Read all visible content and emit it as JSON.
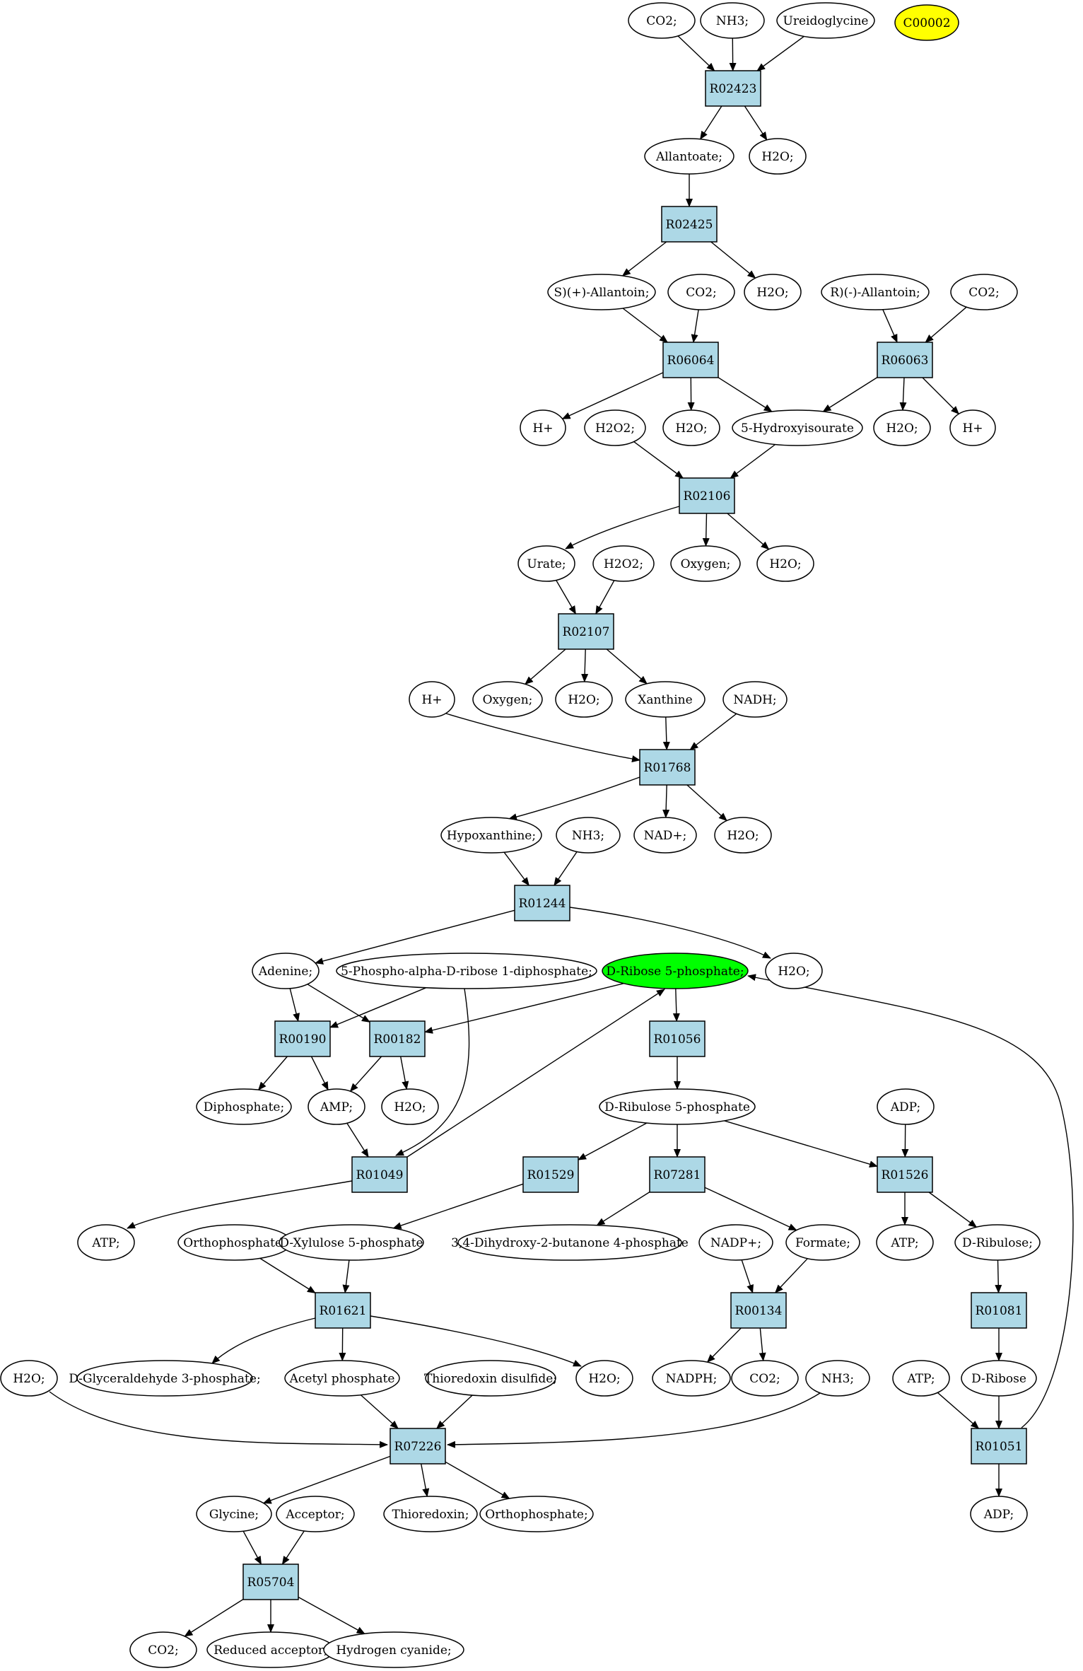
{
  "colors": {
    "reaction_fill": "#add8e6",
    "compound_fill": "#ffffff",
    "highlight_yellow": "#ffff00",
    "highlight_green": "#00ff00",
    "stroke": "#000000"
  },
  "nodes": {
    "co2_a": {
      "label": "CO2;",
      "shape": "ellipse"
    },
    "nh3_a": {
      "label": "NH3;",
      "shape": "ellipse"
    },
    "ureidoglycine": {
      "label": "Ureidoglycine",
      "shape": "ellipse"
    },
    "c00002": {
      "label": "C00002",
      "shape": "ellipse",
      "highlight": "yellow"
    },
    "r02423": {
      "label": "R02423",
      "shape": "box"
    },
    "allantoate": {
      "label": "Allantoate;",
      "shape": "ellipse"
    },
    "h2o_a": {
      "label": "H2O;",
      "shape": "ellipse"
    },
    "r02425": {
      "label": "R02425",
      "shape": "box"
    },
    "s_allantoin": {
      "label": "S)(+)-Allantoin;",
      "shape": "ellipse"
    },
    "co2_b": {
      "label": "CO2;",
      "shape": "ellipse"
    },
    "h2o_b": {
      "label": "H2O;",
      "shape": "ellipse"
    },
    "r_allantoin": {
      "label": "R)(-)-Allantoin;",
      "shape": "ellipse"
    },
    "co2_c": {
      "label": "CO2;",
      "shape": "ellipse"
    },
    "r06064": {
      "label": "R06064",
      "shape": "box"
    },
    "r06063": {
      "label": "R06063",
      "shape": "box"
    },
    "hplus_a": {
      "label": "H+",
      "shape": "ellipse"
    },
    "h2o2_a": {
      "label": "H2O2;",
      "shape": "ellipse"
    },
    "h2o_c": {
      "label": "H2O;",
      "shape": "ellipse"
    },
    "hydroxyisourate": {
      "label": "5-Hydroxyisourate",
      "shape": "ellipse"
    },
    "h2o_d": {
      "label": "H2O;",
      "shape": "ellipse"
    },
    "hplus_b": {
      "label": "H+",
      "shape": "ellipse"
    },
    "r02106": {
      "label": "R02106",
      "shape": "box"
    },
    "urate": {
      "label": "Urate;",
      "shape": "ellipse"
    },
    "h2o2_b": {
      "label": "H2O2;",
      "shape": "ellipse"
    },
    "oxygen_a": {
      "label": "Oxygen;",
      "shape": "ellipse"
    },
    "h2o_e": {
      "label": "H2O;",
      "shape": "ellipse"
    },
    "r02107": {
      "label": "R02107",
      "shape": "box"
    },
    "hplus_c": {
      "label": "H+",
      "shape": "ellipse"
    },
    "oxygen_b": {
      "label": "Oxygen;",
      "shape": "ellipse"
    },
    "h2o_f": {
      "label": "H2O;",
      "shape": "ellipse"
    },
    "xanthine": {
      "label": "Xanthine",
      "shape": "ellipse"
    },
    "nadh": {
      "label": "NADH;",
      "shape": "ellipse"
    },
    "r01768": {
      "label": "R01768",
      "shape": "box"
    },
    "hypoxanthine": {
      "label": "Hypoxanthine;",
      "shape": "ellipse"
    },
    "nh3_b": {
      "label": "NH3;",
      "shape": "ellipse"
    },
    "nadplus": {
      "label": "NAD+;",
      "shape": "ellipse"
    },
    "h2o_g": {
      "label": "H2O;",
      "shape": "ellipse"
    },
    "r01244": {
      "label": "R01244",
      "shape": "box"
    },
    "adenine": {
      "label": "Adenine;",
      "shape": "ellipse"
    },
    "prpp": {
      "label": "5-Phospho-alpha-D-ribose 1-diphosphate;",
      "shape": "ellipse"
    },
    "ribose5p": {
      "label": "D-Ribose 5-phosphate;",
      "shape": "ellipse",
      "highlight": "green"
    },
    "h2o_h": {
      "label": "H2O;",
      "shape": "ellipse"
    },
    "r00190": {
      "label": "R00190",
      "shape": "box"
    },
    "r00182": {
      "label": "R00182",
      "shape": "box"
    },
    "r01056": {
      "label": "R01056",
      "shape": "box"
    },
    "diphosphate": {
      "label": "Diphosphate;",
      "shape": "ellipse"
    },
    "amp": {
      "label": "AMP;",
      "shape": "ellipse"
    },
    "h2o_i": {
      "label": "H2O;",
      "shape": "ellipse"
    },
    "ribulose5p": {
      "label": "D-Ribulose 5-phosphate",
      "shape": "ellipse"
    },
    "adp_a": {
      "label": "ADP;",
      "shape": "ellipse"
    },
    "r01049": {
      "label": "R01049",
      "shape": "box"
    },
    "r01529": {
      "label": "R01529",
      "shape": "box"
    },
    "r07281": {
      "label": "R07281",
      "shape": "box"
    },
    "r01526": {
      "label": "R01526",
      "shape": "box"
    },
    "atp_a": {
      "label": "ATP;",
      "shape": "ellipse"
    },
    "orthophosphate_a": {
      "label": "Orthophosphate;",
      "shape": "ellipse"
    },
    "xylulose5p": {
      "label": "D-Xylulose 5-phosphate",
      "shape": "ellipse"
    },
    "dhbp": {
      "label": "3,4-Dihydroxy-2-butanone 4-phosphate",
      "shape": "ellipse"
    },
    "nadpplus": {
      "label": "NADP+;",
      "shape": "ellipse"
    },
    "formate": {
      "label": "Formate;",
      "shape": "ellipse"
    },
    "atp_b": {
      "label": "ATP;",
      "shape": "ellipse"
    },
    "ribulose": {
      "label": "D-Ribulose;",
      "shape": "ellipse"
    },
    "r01621": {
      "label": "R01621",
      "shape": "box"
    },
    "r00134": {
      "label": "R00134",
      "shape": "box"
    },
    "r01081": {
      "label": "R01081",
      "shape": "box"
    },
    "h2o_j": {
      "label": "H2O;",
      "shape": "ellipse"
    },
    "g3p": {
      "label": "D-Glyceraldehyde 3-phosphate;",
      "shape": "ellipse"
    },
    "acetylp": {
      "label": "Acetyl phosphate",
      "shape": "ellipse"
    },
    "trx_disulfide": {
      "label": "Thioredoxin disulfide;",
      "shape": "ellipse"
    },
    "h2o_k": {
      "label": "H2O;",
      "shape": "ellipse"
    },
    "nadph": {
      "label": "NADPH;",
      "shape": "ellipse"
    },
    "co2_d": {
      "label": "CO2;",
      "shape": "ellipse"
    },
    "nh3_c": {
      "label": "NH3;",
      "shape": "ellipse"
    },
    "atp_c": {
      "label": "ATP;",
      "shape": "ellipse"
    },
    "dribose": {
      "label": "D-Ribose",
      "shape": "ellipse"
    },
    "r07226": {
      "label": "R07226",
      "shape": "box"
    },
    "r01051": {
      "label": "R01051",
      "shape": "box"
    },
    "glycine": {
      "label": "Glycine;",
      "shape": "ellipse"
    },
    "acceptor": {
      "label": "Acceptor;",
      "shape": "ellipse"
    },
    "thioredoxin": {
      "label": "Thioredoxin;",
      "shape": "ellipse"
    },
    "orthophosphate_b": {
      "label": "Orthophosphate;",
      "shape": "ellipse"
    },
    "adp_b": {
      "label": "ADP;",
      "shape": "ellipse"
    },
    "r05704": {
      "label": "R05704",
      "shape": "box"
    },
    "co2_e": {
      "label": "CO2;",
      "shape": "ellipse"
    },
    "reduced_acceptor": {
      "label": "Reduced acceptor;",
      "shape": "ellipse"
    },
    "hcn": {
      "label": "Hydrogen cyanide;",
      "shape": "ellipse"
    }
  },
  "edges": [
    [
      "co2_a",
      "r02423"
    ],
    [
      "nh3_a",
      "r02423"
    ],
    [
      "ureidoglycine",
      "r02423"
    ],
    [
      "r02423",
      "allantoate"
    ],
    [
      "r02423",
      "h2o_a"
    ],
    [
      "allantoate",
      "r02425"
    ],
    [
      "r02425",
      "s_allantoin"
    ],
    [
      "r02425",
      "h2o_b"
    ],
    [
      "s_allantoin",
      "r06064"
    ],
    [
      "co2_b",
      "r06064"
    ],
    [
      "r_allantoin",
      "r06063"
    ],
    [
      "co2_c",
      "r06063"
    ],
    [
      "r06064",
      "hplus_a"
    ],
    [
      "r06064",
      "h2o_c"
    ],
    [
      "r06064",
      "hydroxyisourate"
    ],
    [
      "r06063",
      "hydroxyisourate"
    ],
    [
      "r06063",
      "h2o_d"
    ],
    [
      "r06063",
      "hplus_b"
    ],
    [
      "h2o2_a",
      "r02106"
    ],
    [
      "hydroxyisourate",
      "r02106"
    ],
    [
      "r02106",
      "urate"
    ],
    [
      "r02106",
      "oxygen_a"
    ],
    [
      "r02106",
      "h2o_e"
    ],
    [
      "urate",
      "r02107"
    ],
    [
      "h2o2_b",
      "r02107"
    ],
    [
      "r02107",
      "oxygen_b"
    ],
    [
      "r02107",
      "h2o_f"
    ],
    [
      "r02107",
      "xanthine"
    ],
    [
      "hplus_c",
      "r01768"
    ],
    [
      "xanthine",
      "r01768"
    ],
    [
      "nadh",
      "r01768"
    ],
    [
      "r01768",
      "hypoxanthine"
    ],
    [
      "r01768",
      "nadplus"
    ],
    [
      "r01768",
      "h2o_g"
    ],
    [
      "hypoxanthine",
      "r01244"
    ],
    [
      "nh3_b",
      "r01244"
    ],
    [
      "r01244",
      "adenine"
    ],
    [
      "r01244",
      "h2o_h"
    ],
    [
      "adenine",
      "r00190"
    ],
    [
      "prpp",
      "r00190"
    ],
    [
      "adenine",
      "r00182"
    ],
    [
      "ribose5p",
      "r00182"
    ],
    [
      "ribose5p",
      "r01056"
    ],
    [
      "r00190",
      "diphosphate"
    ],
    [
      "r00190",
      "amp"
    ],
    [
      "r00182",
      "amp"
    ],
    [
      "r00182",
      "h2o_i"
    ],
    [
      "r01056",
      "ribulose5p"
    ],
    [
      "amp",
      "r01049"
    ],
    [
      "prpp",
      "r01049"
    ],
    [
      "r01049",
      "ribose5p"
    ],
    [
      "r01049",
      "atp_a"
    ],
    [
      "ribulose5p",
      "r01529"
    ],
    [
      "ribulose5p",
      "r07281"
    ],
    [
      "ribulose5p",
      "r01526"
    ],
    [
      "adp_a",
      "r01526"
    ],
    [
      "r01529",
      "xylulose5p"
    ],
    [
      "r07281",
      "dhbp"
    ],
    [
      "r07281",
      "formate"
    ],
    [
      "r01526",
      "atp_b"
    ],
    [
      "r01526",
      "ribulose"
    ],
    [
      "orthophosphate_a",
      "r01621"
    ],
    [
      "xylulose5p",
      "r01621"
    ],
    [
      "nadpplus",
      "r00134"
    ],
    [
      "formate",
      "r00134"
    ],
    [
      "ribulose",
      "r01081"
    ],
    [
      "r01621",
      "g3p"
    ],
    [
      "r01621",
      "acetylp"
    ],
    [
      "r01621",
      "h2o_k"
    ],
    [
      "r00134",
      "nadph"
    ],
    [
      "r00134",
      "co2_d"
    ],
    [
      "r01081",
      "dribose"
    ],
    [
      "h2o_j",
      "r07226"
    ],
    [
      "acetylp",
      "r07226"
    ],
    [
      "trx_disulfide",
      "r07226"
    ],
    [
      "nh3_c",
      "r07226"
    ],
    [
      "atp_c",
      "r01051"
    ],
    [
      "dribose",
      "r01051"
    ],
    [
      "r01051",
      "adp_b"
    ],
    [
      "r01051",
      "ribose5p"
    ],
    [
      "r07226",
      "glycine"
    ],
    [
      "r07226",
      "thioredoxin"
    ],
    [
      "r07226",
      "orthophosphate_b"
    ],
    [
      "glycine",
      "r05704"
    ],
    [
      "acceptor",
      "r05704"
    ],
    [
      "r05704",
      "co2_e"
    ],
    [
      "r05704",
      "reduced_acceptor"
    ],
    [
      "r05704",
      "hcn"
    ]
  ]
}
